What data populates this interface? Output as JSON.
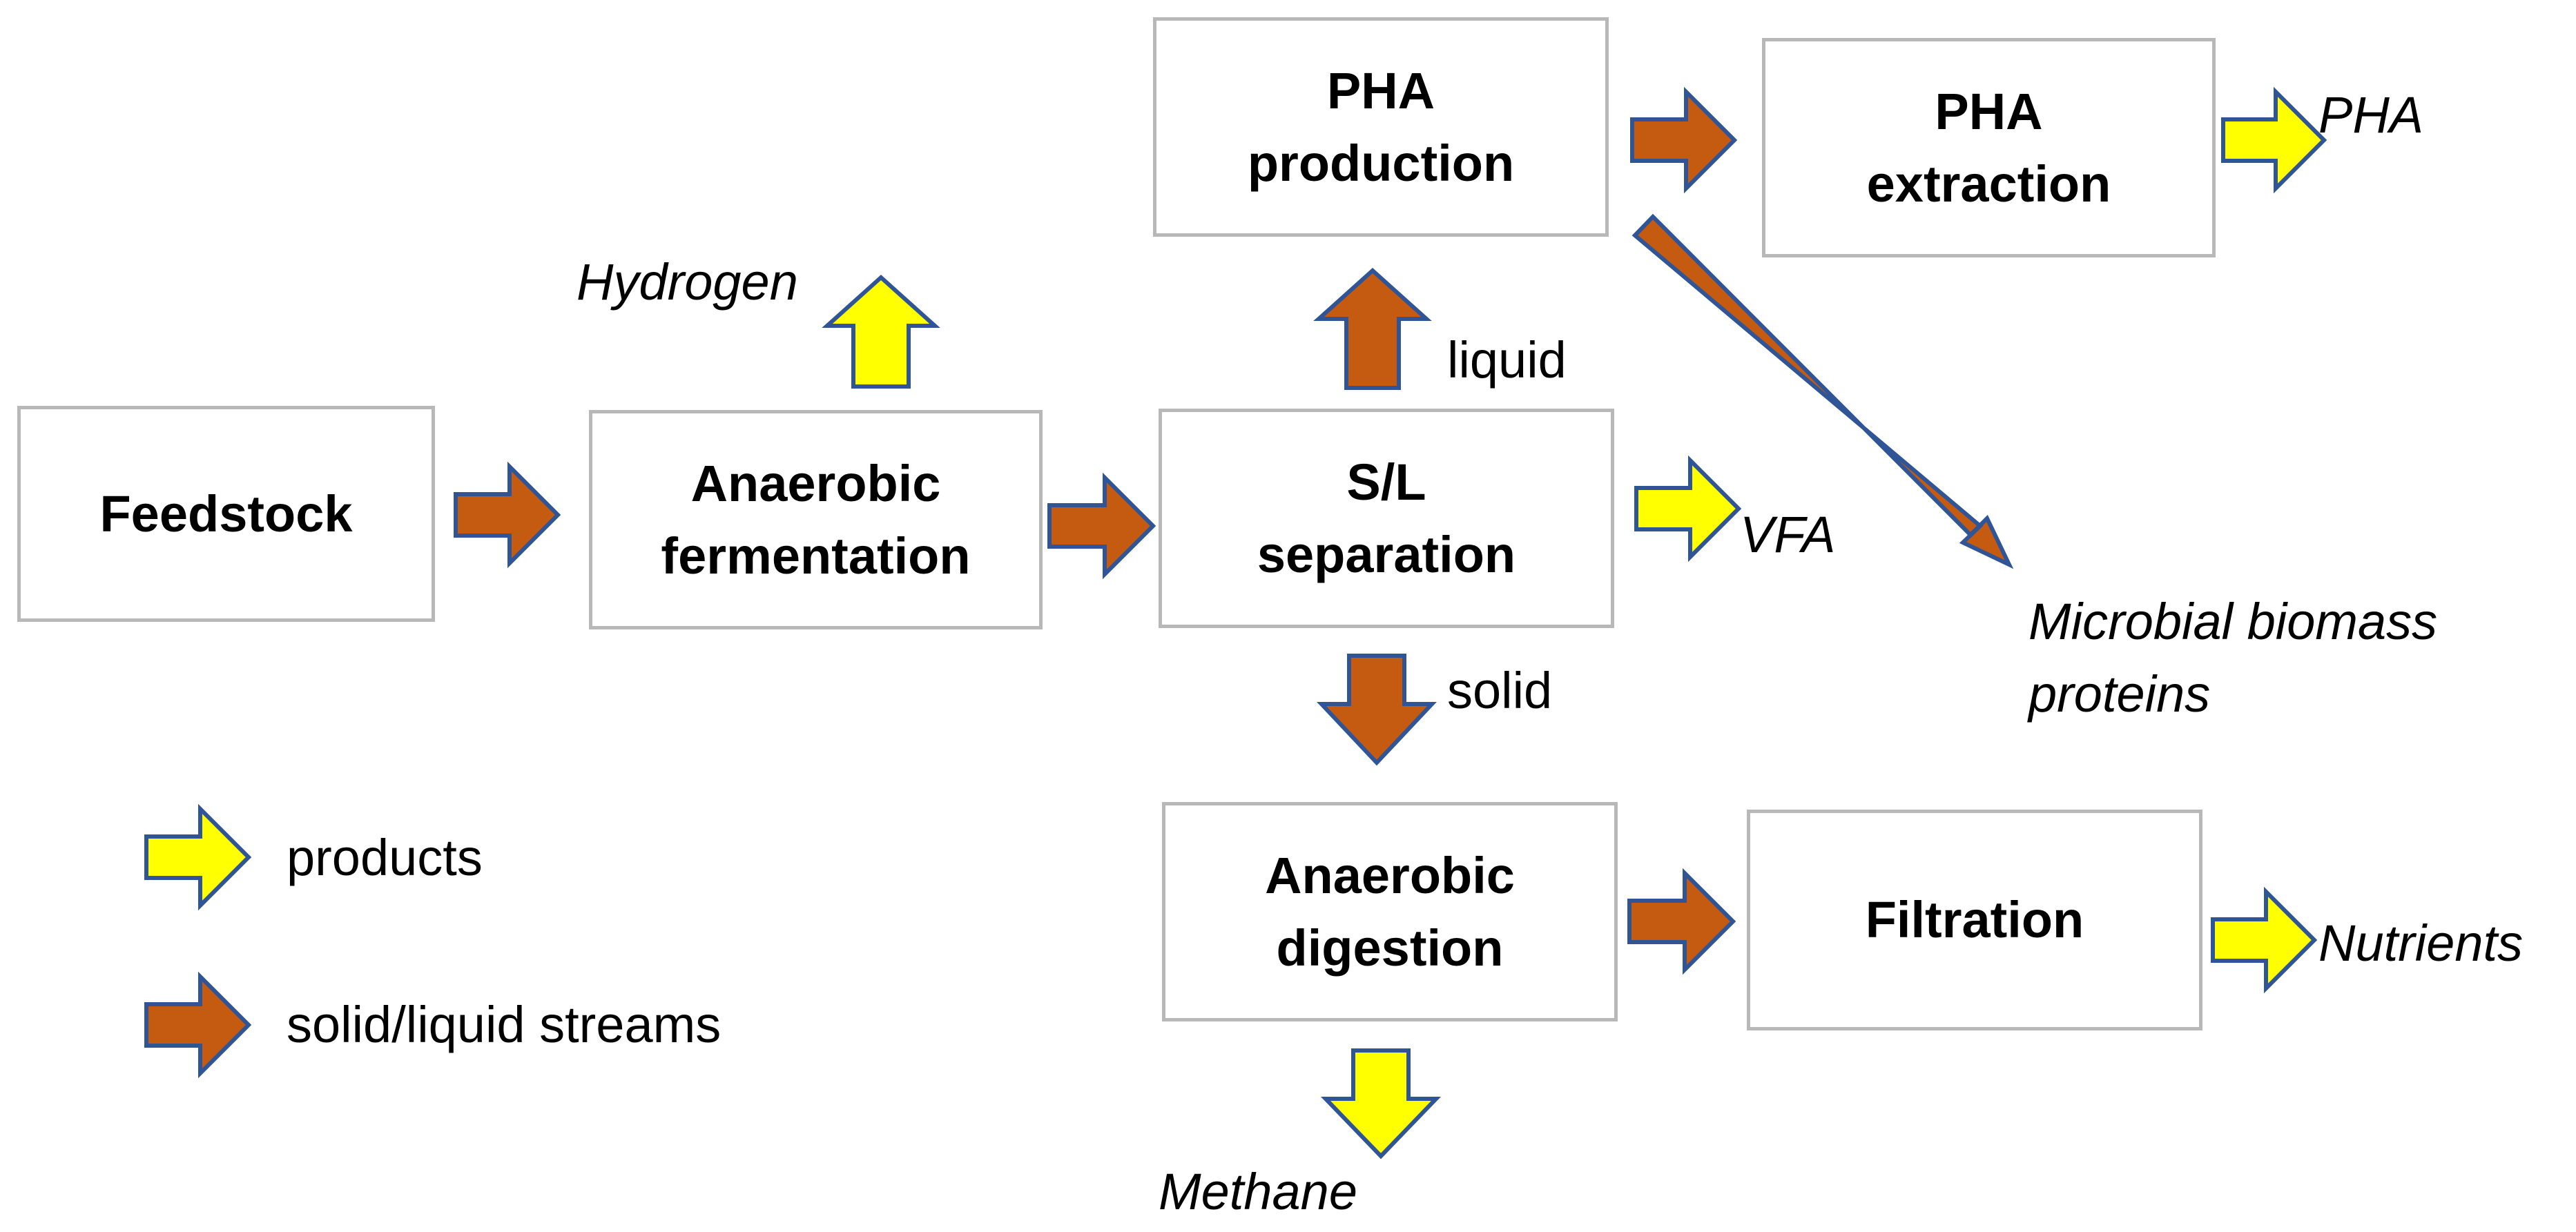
{
  "boxes": {
    "feedstock": "Feedstock",
    "anaerobic_fermentation": "Anaerobic\nfermentation",
    "sl_separation": "S/L\nseparation",
    "pha_production": "PHA\nproduction",
    "pha_extraction": "PHA\nextraction",
    "anaerobic_digestion": "Anaerobic\ndigestion",
    "filtration": "Filtration"
  },
  "products": {
    "hydrogen": "Hydrogen",
    "pha": "PHA",
    "vfa": "VFA",
    "microbial_biomass": "Microbial biomass\nproteins",
    "methane": "Methane",
    "nutrients": "Nutrients"
  },
  "stream_labels": {
    "liquid": "liquid",
    "solid": "solid"
  },
  "legend": {
    "products": "products",
    "streams": "solid/liquid streams"
  },
  "colors": {
    "product_arrow": "#ffff00",
    "stream_arrow": "#c55a11",
    "arrow_outline": "#2f5597",
    "box_border": "#b8b8b8"
  }
}
